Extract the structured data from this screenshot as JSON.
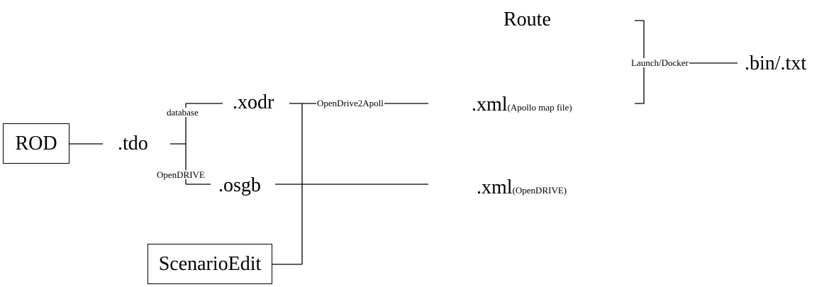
{
  "nodes": {
    "rod": "ROD",
    "tdo": ".tdo",
    "xodr": ".xodr",
    "osgb": ".osgb",
    "scenario_edit": "ScenarioEdit",
    "xml_apollo": ".xml",
    "xml_apollo_note": "(Apollo map file)",
    "xml_opendrive": ".xml",
    "xml_opendrive_note": "(OpenDRIVE)",
    "route": "Route",
    "bin_txt": ".bin/.txt"
  },
  "edge_labels": {
    "database": "database",
    "opendrive": "OpenDRIVE",
    "opendrive2apoll": "OpenDrive2Apoll",
    "launch_docker": "Launch/Docker"
  }
}
